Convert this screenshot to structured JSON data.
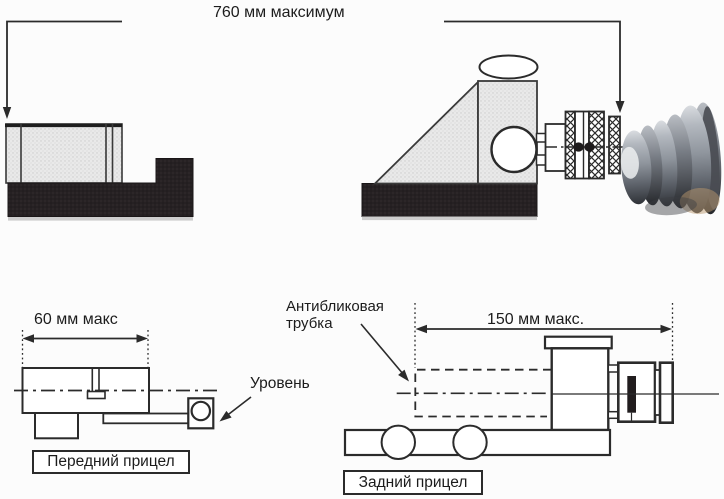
{
  "figure_type": "technical dimension diagram (shooting sights)",
  "language": "ru",
  "colors": {
    "background": "#fcfcfc",
    "line": "#2b2b2b",
    "fill_light_stipple": "#e7e7e7",
    "fill_dark_silhouette": "#262123",
    "text": "#1c1c1c",
    "eyecup_gray": "#8f959d",
    "eyecup_tan": "#b9976e"
  },
  "labels": {
    "overall_max_length": "760 мм максимум",
    "front_sight_max_width": "60 мм макс",
    "rear_sight_max_length": "150 мм макс.",
    "antiglare_tube_line1": "Антибликовая",
    "antiglare_tube_line2": "трубка",
    "level": "Уровень",
    "front_sight_caption": "Передний прицел",
    "rear_sight_caption": "Задний прицел"
  },
  "measurements": [
    {
      "name": "overall_max_length",
      "value": 760,
      "unit": "мм",
      "qualifier": "максимум"
    },
    {
      "name": "front_sight_max_width",
      "value": 60,
      "unit": "мм",
      "qualifier": "макс"
    },
    {
      "name": "rear_sight_max_length",
      "value": 150,
      "unit": "мм",
      "qualifier": "макс."
    }
  ]
}
